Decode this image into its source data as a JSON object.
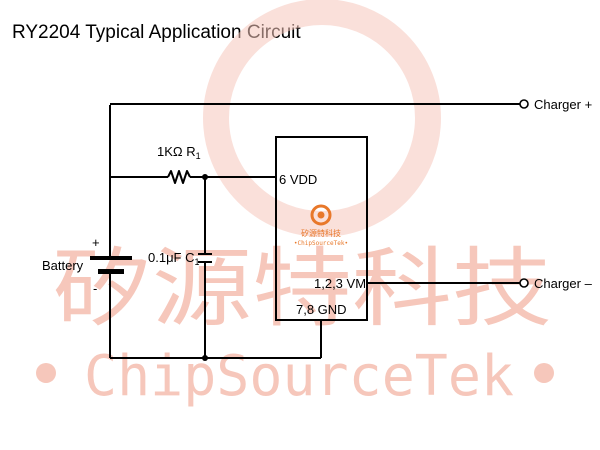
{
  "title": "RY2204 Typical Application Circuit",
  "labels": {
    "charger_plus": "Charger +",
    "charger_minus": "Charger –",
    "resistor": "1KΩ R",
    "resistor_sub": "1",
    "capacitor": "0.1μF C",
    "capacitor_sub": "1",
    "battery": "Battery",
    "battery_plus": "+",
    "battery_minus": "-",
    "pin_vdd": "6 VDD",
    "pin_vm": "1,2,3 VM",
    "pin_gnd": "7,8 GND"
  },
  "watermark": {
    "chinese": "矽源特科技",
    "latin": "ChipSourceTek",
    "logo_cn": "矽源特科技",
    "logo_en": "•ChipSourceTek•",
    "color": "#f6c7bb",
    "logo_color": "#e8782a"
  },
  "colors": {
    "wire": "#000000",
    "watermark": "#f6c7bb",
    "logo": "#e8782a"
  }
}
